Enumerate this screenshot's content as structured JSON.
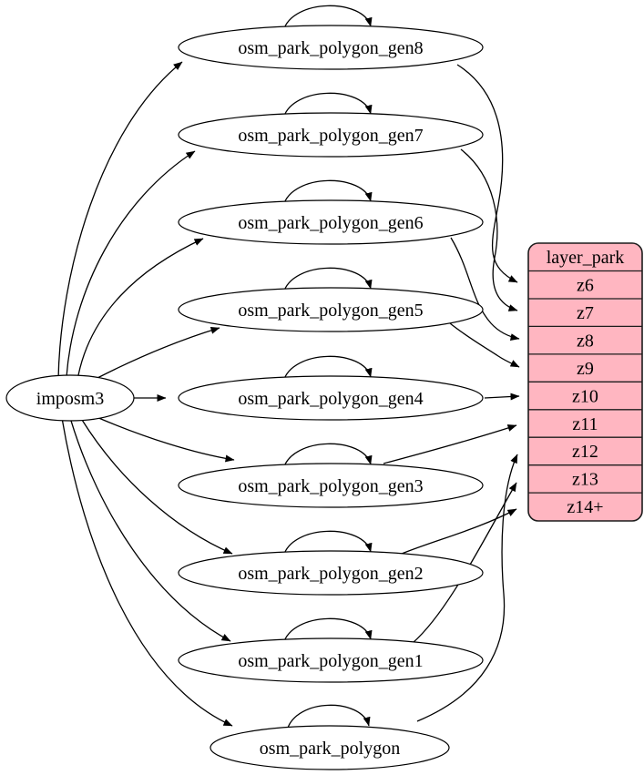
{
  "diagram": {
    "background": "#ffffff",
    "colors": {
      "node_fill": "#ffffff",
      "node_stroke": "#000000",
      "edge": "#000000",
      "table_fill": "#ffb6c1",
      "table_stroke": "#1c1c1c",
      "text": "#000000"
    },
    "source_node": {
      "label": "imposm3"
    },
    "nodes": [
      {
        "id": "osm_park_polygon_gen8",
        "label": "osm_park_polygon_gen8"
      },
      {
        "id": "osm_park_polygon_gen7",
        "label": "osm_park_polygon_gen7"
      },
      {
        "id": "osm_park_polygon_gen6",
        "label": "osm_park_polygon_gen6"
      },
      {
        "id": "osm_park_polygon_gen5",
        "label": "osm_park_polygon_gen5"
      },
      {
        "id": "osm_park_polygon_gen4",
        "label": "osm_park_polygon_gen4"
      },
      {
        "id": "osm_park_polygon_gen3",
        "label": "osm_park_polygon_gen3"
      },
      {
        "id": "osm_park_polygon_gen2",
        "label": "osm_park_polygon_gen2"
      },
      {
        "id": "osm_park_polygon_gen1",
        "label": "osm_park_polygon_gen1"
      },
      {
        "id": "osm_park_polygon",
        "label": "osm_park_polygon"
      }
    ],
    "layer_table": {
      "title": "layer_park",
      "rows": [
        "z6",
        "z7",
        "z8",
        "z9",
        "z10",
        "z11",
        "z12",
        "z13",
        "z14+"
      ]
    },
    "edges": {
      "from_source_to": [
        "osm_park_polygon_gen8",
        "osm_park_polygon_gen7",
        "osm_park_polygon_gen6",
        "osm_park_polygon_gen5",
        "osm_park_polygon_gen4",
        "osm_park_polygon_gen3",
        "osm_park_polygon_gen2",
        "osm_park_polygon_gen1",
        "osm_park_polygon"
      ],
      "self_loops": [
        "osm_park_polygon_gen8",
        "osm_park_polygon_gen7",
        "osm_park_polygon_gen6",
        "osm_park_polygon_gen5",
        "osm_park_polygon_gen4",
        "osm_park_polygon_gen3",
        "osm_park_polygon_gen2",
        "osm_park_polygon_gen1",
        "osm_park_polygon"
      ],
      "to_table": [
        {
          "from": "osm_park_polygon_gen8",
          "to": "z6"
        },
        {
          "from": "osm_park_polygon_gen7",
          "to": "z7"
        },
        {
          "from": "osm_park_polygon_gen6",
          "to": "z8"
        },
        {
          "from": "osm_park_polygon_gen5",
          "to": "z9"
        },
        {
          "from": "osm_park_polygon_gen4",
          "to": "z10"
        },
        {
          "from": "osm_park_polygon_gen3",
          "to": "z11"
        },
        {
          "from": "osm_park_polygon",
          "to": "z12"
        },
        {
          "from": "osm_park_polygon_gen1",
          "to": "z13"
        },
        {
          "from": "osm_park_polygon_gen2",
          "to": "z14+"
        }
      ]
    }
  }
}
